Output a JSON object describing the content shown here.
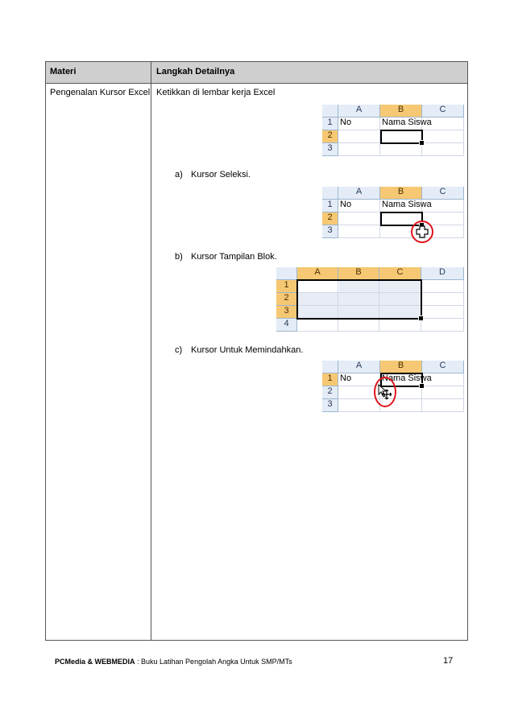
{
  "table": {
    "header_col1": "Materi",
    "header_col2": "Langkah Detailnya",
    "row_col1": "Pengenalan Kursor Excel",
    "intro": "Ketikkan di lembar kerja Excel",
    "steps": [
      {
        "label": "a)",
        "text": "Kursor Seleksi."
      },
      {
        "label": "b)",
        "text": "Kursor Tampilan Blok."
      },
      {
        "label": "c)",
        "text": "Kursor Untuk Memindahkan."
      }
    ]
  },
  "sheets": {
    "cols3": [
      "A",
      "B",
      "C"
    ],
    "cols4": [
      "A",
      "B",
      "C",
      "D"
    ],
    "rows3": [
      "1",
      "2",
      "3"
    ],
    "rows4": [
      "1",
      "2",
      "3",
      "4"
    ],
    "cell_A1": "No",
    "cell_B1": "Nama Siswa"
  },
  "footer": {
    "brand": "PCMedia & WEBMEDIA",
    "rest": " : Buku Latihan Pengolah Angka Untuk SMP/MTs",
    "page": "17"
  },
  "colors": {
    "header_bg": "#cfcfcf",
    "selected_header": "#f6c873",
    "sheet_header": "#e4ecf7",
    "ring": "#e0141c"
  },
  "icons": {
    "selection_cursor": "white-cross-cursor-icon",
    "move_cursor": "four-arrow-move-cursor-icon"
  }
}
